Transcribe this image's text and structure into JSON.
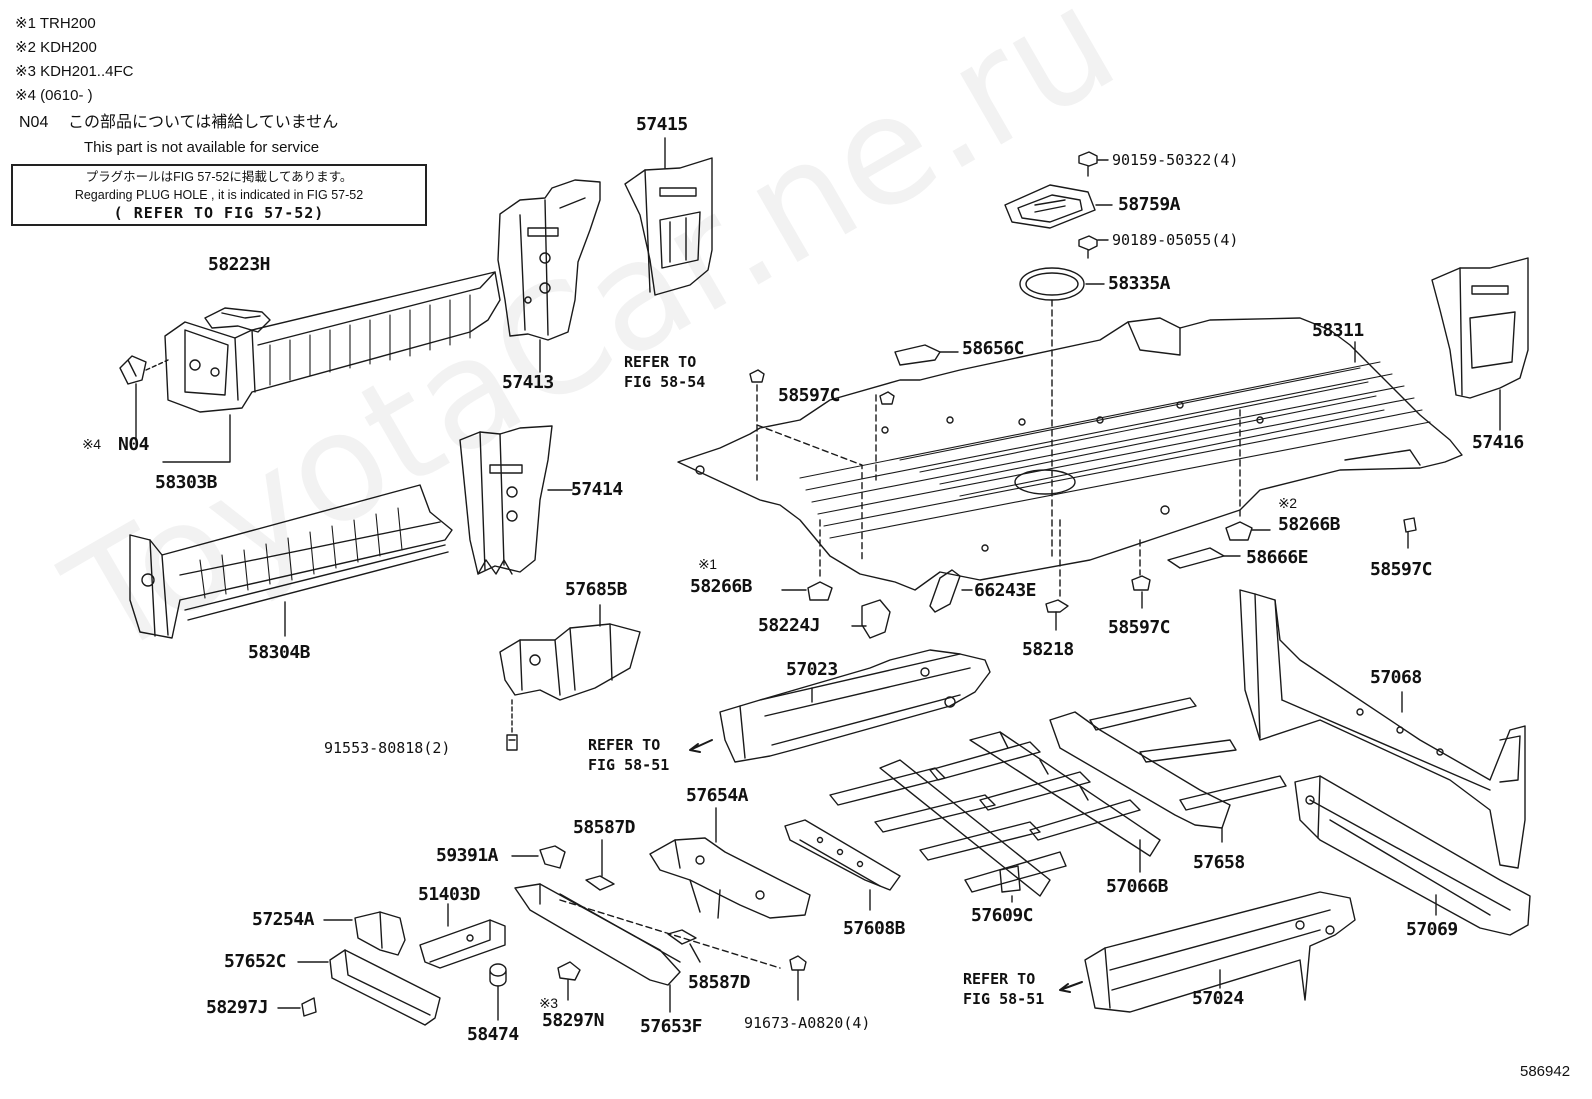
{
  "notes": [
    {
      "mark": "※1",
      "text": "TRH200"
    },
    {
      "mark": "※2",
      "text": "KDH200"
    },
    {
      "mark": "※3",
      "text": "KDH201..4FC"
    },
    {
      "mark": "※4",
      "text": "(0610-        )"
    }
  ],
  "n04": {
    "code": "N04",
    "jp": "この部品については補給していません",
    "en": "This part is not available for service"
  },
  "refer_box": {
    "line1": "プラグホールはFIG 57-52に掲載してあります。",
    "line2": "Regarding  PLUG HOLE , it is indicated  in  FIG 57-52",
    "line3": "( REFER  TO  FIG  57-52)"
  },
  "watermark": "ToyotaCar.ne.ru",
  "figure_number": "586942",
  "refer_labels": {
    "fig5854": [
      "REFER TO",
      "FIG 58-54"
    ],
    "fig5851a": [
      "REFER TO",
      "FIG 58-51"
    ],
    "fig5851b": [
      "REFER TO",
      "FIG 58-51"
    ]
  },
  "parts": {
    "p57415": "57415",
    "p58223H": "58223H",
    "p57413": "57413",
    "p58303B": "58303B",
    "pN04": "N04",
    "m4": "※4",
    "p57414": "57414",
    "p58304B": "58304B",
    "p57685B": "57685B",
    "p91553": "91553-80818(2)",
    "p90159": "90159-50322(4)",
    "p58759A": "58759A",
    "p90189": "90189-05055(4)",
    "p58335A": "58335A",
    "p58311": "58311",
    "p58656C": "58656C",
    "p58597C_1": "58597C",
    "p57416": "57416",
    "m2": "※2",
    "p58266B_2": "58266B",
    "p58666E": "58666E",
    "p58597C_2": "58597C",
    "m1": "※1",
    "p58266B_1": "58266B",
    "p66243E": "66243E",
    "p58224J": "58224J",
    "p58218": "58218",
    "p58597C_3": "58597C",
    "p57023": "57023",
    "p57068": "57068",
    "p57654A": "57654A",
    "p58587D_1": "58587D",
    "p59391A": "59391A",
    "p51403D": "51403D",
    "p57254A": "57254A",
    "p57652C": "57652C",
    "p58297J": "58297J",
    "p58474": "58474",
    "m3": "※3",
    "p58297N": "58297N",
    "p57653F": "57653F",
    "p58587D_2": "58587D",
    "p91673": "91673-A0820(4)",
    "p57608B": "57608B",
    "p57609C": "57609C",
    "p57066B": "57066B",
    "p57658": "57658",
    "p57069": "57069",
    "p57024": "57024"
  }
}
